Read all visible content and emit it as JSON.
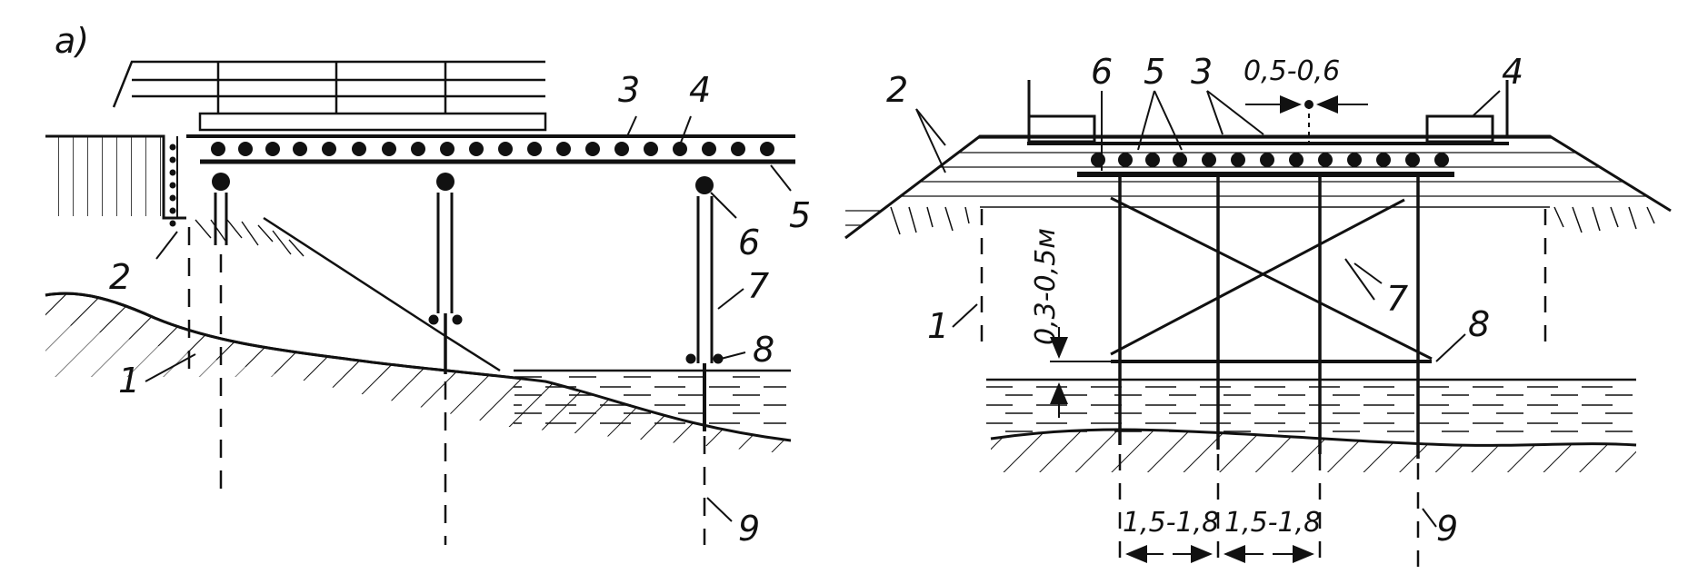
{
  "figure": {
    "panel_label": "a)",
    "left_view": {
      "labels": [
        "1",
        "2",
        "3",
        "4",
        "5",
        "6",
        "7",
        "8",
        "9"
      ]
    },
    "right_view": {
      "labels": [
        "1",
        "2",
        "3",
        "4",
        "5",
        "6",
        "7",
        "8",
        "9"
      ],
      "dimensions": {
        "deck_spacing": "0,5-0,6",
        "clearance": "0,3-0,5м",
        "pile_spacing_1": "1,5-1,8",
        "pile_spacing_2": "1,5-1,8"
      }
    }
  }
}
